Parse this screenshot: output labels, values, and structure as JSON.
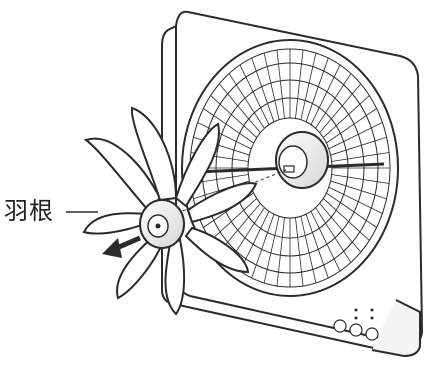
{
  "callout": {
    "label": "羽根"
  },
  "colors": {
    "stroke": "#2b2b2b",
    "fill": "#ffffff",
    "shade": "#d9d9d9"
  },
  "icons": [
    "fan-housing",
    "rear-guard",
    "motor-hub",
    "fan-blade-assembly",
    "removal-arrow",
    "control-panel"
  ]
}
